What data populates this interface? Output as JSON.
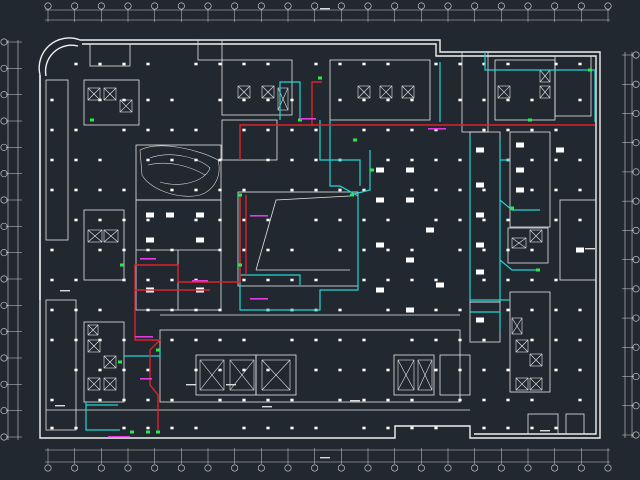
{
  "drawing": {
    "background": "#212830",
    "colors": {
      "wall": "#f0f0f0",
      "dim": "#cfcfcf",
      "cyan_line": "#1fd6d6",
      "red_line": "#e0212b",
      "green_node": "#2ee84a",
      "magenta_text": "#e23ce0"
    },
    "top_grid_bubbles": 22,
    "bottom_grid_bubbles": 22,
    "left_grid_bubbles": 16,
    "right_grid_bubbles": 14
  }
}
